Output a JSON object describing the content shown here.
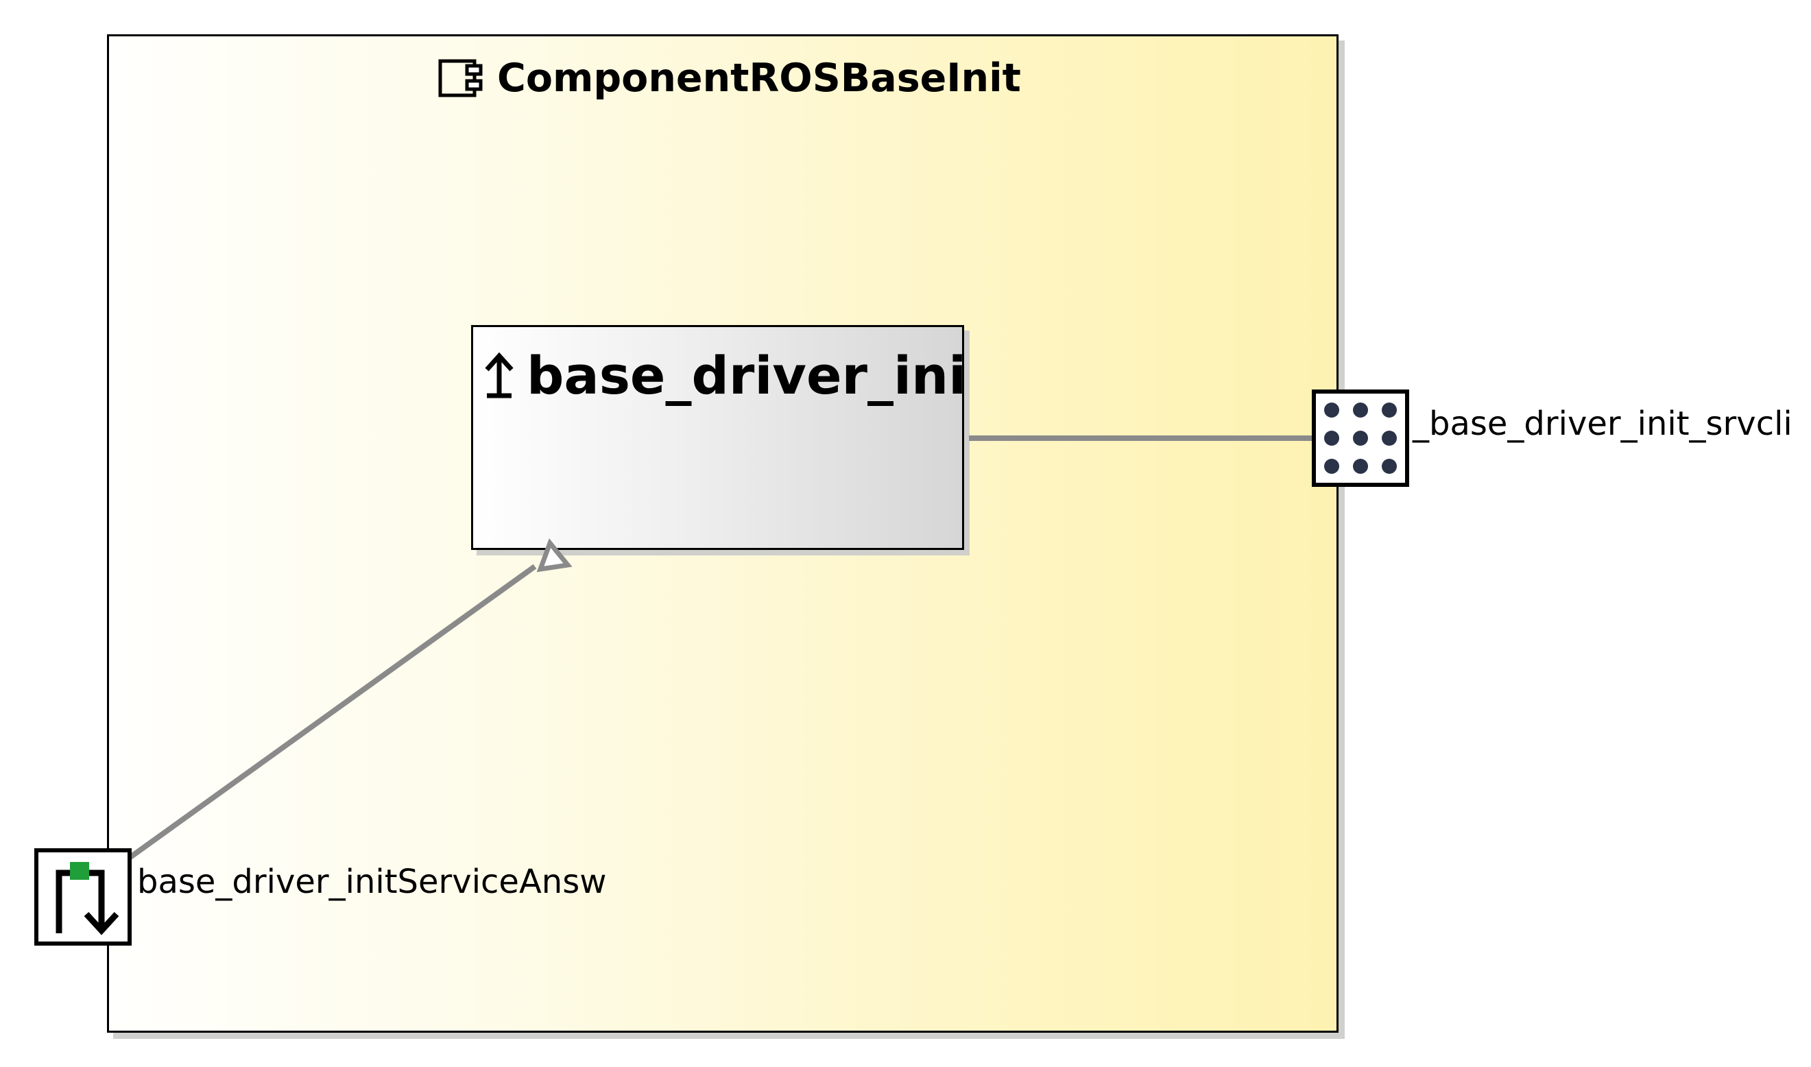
{
  "component": {
    "name": "ComponentROSBaseInit",
    "icon": "component-icon"
  },
  "activity": {
    "name": "base_driver_init",
    "icon": "upload-arrow-icon"
  },
  "ports": {
    "client": {
      "label": "_base_driver_init_srvcli",
      "icon": "dot-grid-icon"
    },
    "answer": {
      "label": "base_driver_initServiceAnsw",
      "icon": "service-answer-icon"
    }
  },
  "colors": {
    "component_fill_start": "#fffffd",
    "component_fill_end": "#fef2b2",
    "activity_fill_start": "#ffffff",
    "activity_fill_end": "#d6d6d6",
    "connector": "#8a8a8a",
    "port_dot": "#2b3349",
    "answer_marker": "#1f9e3a"
  }
}
